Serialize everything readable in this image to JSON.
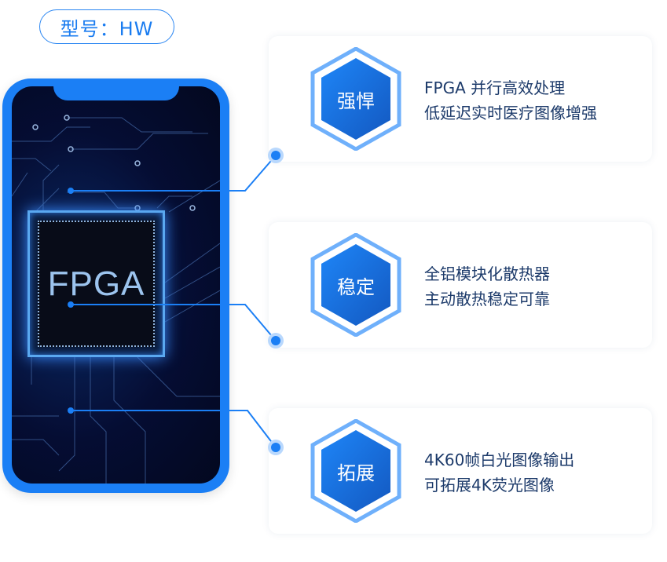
{
  "model_label": "型号：HW",
  "chip_label": "FPGA",
  "features": [
    {
      "title": "强悍",
      "lines": [
        "FPGA 并行高效处理",
        "低延迟实时医疗图像增强"
      ]
    },
    {
      "title": "稳定",
      "lines": [
        "全铝模块化散热器",
        "主动散热稳定可靠"
      ]
    },
    {
      "title": "拓展",
      "lines": [
        "4K60帧白光图像输出",
        "可拓展4K荧光图像"
      ]
    }
  ],
  "colors": {
    "accent": "#1b7ff5",
    "text": "#1c3a6a",
    "screen": "#050d33"
  }
}
